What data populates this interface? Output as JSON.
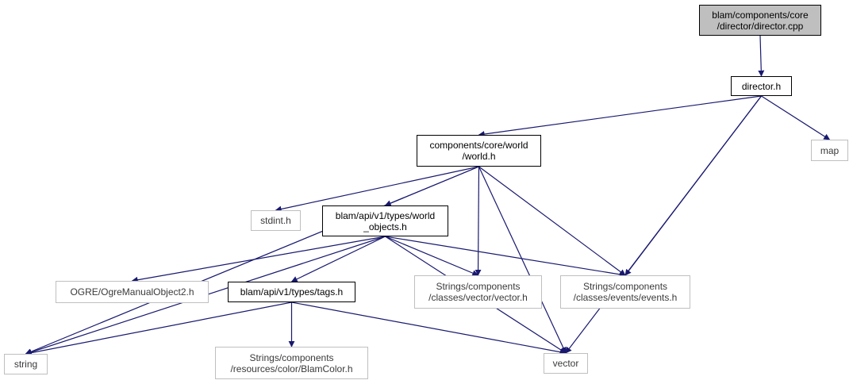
{
  "colors": {
    "edge": "#191970",
    "root_fill": "#bfbfbf",
    "internal_border": "#000000",
    "external_border": "#bfbfbf"
  },
  "nodes": {
    "director_cpp": {
      "lines": [
        "blam/components/core",
        "/director/director.cpp"
      ],
      "kind": "root"
    },
    "director_h": {
      "lines": [
        "director.h"
      ],
      "kind": "internal"
    },
    "map": {
      "lines": [
        "map"
      ],
      "kind": "external"
    },
    "world_h": {
      "lines": [
        "components/core/world",
        "/world.h"
      ],
      "kind": "internal"
    },
    "stdint_h": {
      "lines": [
        "stdint.h"
      ],
      "kind": "external"
    },
    "world_objects_h": {
      "lines": [
        "blam/api/v1/types/world",
        "_objects.h"
      ],
      "kind": "internal"
    },
    "ogre_manual_object": {
      "lines": [
        "OGRE/OgreManualObject2.h"
      ],
      "kind": "external"
    },
    "tags_h": {
      "lines": [
        "blam/api/v1/types/tags.h"
      ],
      "kind": "internal"
    },
    "vector_h": {
      "lines": [
        "Strings/components",
        "/classes/vector/vector.h"
      ],
      "kind": "external"
    },
    "events_h": {
      "lines": [
        "Strings/components",
        "/classes/events/events.h"
      ],
      "kind": "external"
    },
    "string": {
      "lines": [
        "string"
      ],
      "kind": "external"
    },
    "blam_color_h": {
      "lines": [
        "Strings/components",
        "/resources/color/BlamColor.h"
      ],
      "kind": "external"
    },
    "vector": {
      "lines": [
        "vector"
      ],
      "kind": "external"
    }
  },
  "edges": [
    [
      "director_cpp",
      "director_h"
    ],
    [
      "director_h",
      "world_h"
    ],
    [
      "director_h",
      "map"
    ],
    [
      "director_h",
      "events_h"
    ],
    [
      "director_h",
      "vector"
    ],
    [
      "world_h",
      "stdint_h"
    ],
    [
      "world_h",
      "world_objects_h"
    ],
    [
      "world_h",
      "vector_h"
    ],
    [
      "world_h",
      "events_h"
    ],
    [
      "world_h",
      "string"
    ],
    [
      "world_h",
      "vector"
    ],
    [
      "world_objects_h",
      "ogre_manual_object"
    ],
    [
      "world_objects_h",
      "tags_h"
    ],
    [
      "world_objects_h",
      "vector_h"
    ],
    [
      "world_objects_h",
      "events_h"
    ],
    [
      "world_objects_h",
      "string"
    ],
    [
      "world_objects_h",
      "vector"
    ],
    [
      "tags_h",
      "string"
    ],
    [
      "tags_h",
      "blam_color_h"
    ],
    [
      "tags_h",
      "vector"
    ]
  ]
}
